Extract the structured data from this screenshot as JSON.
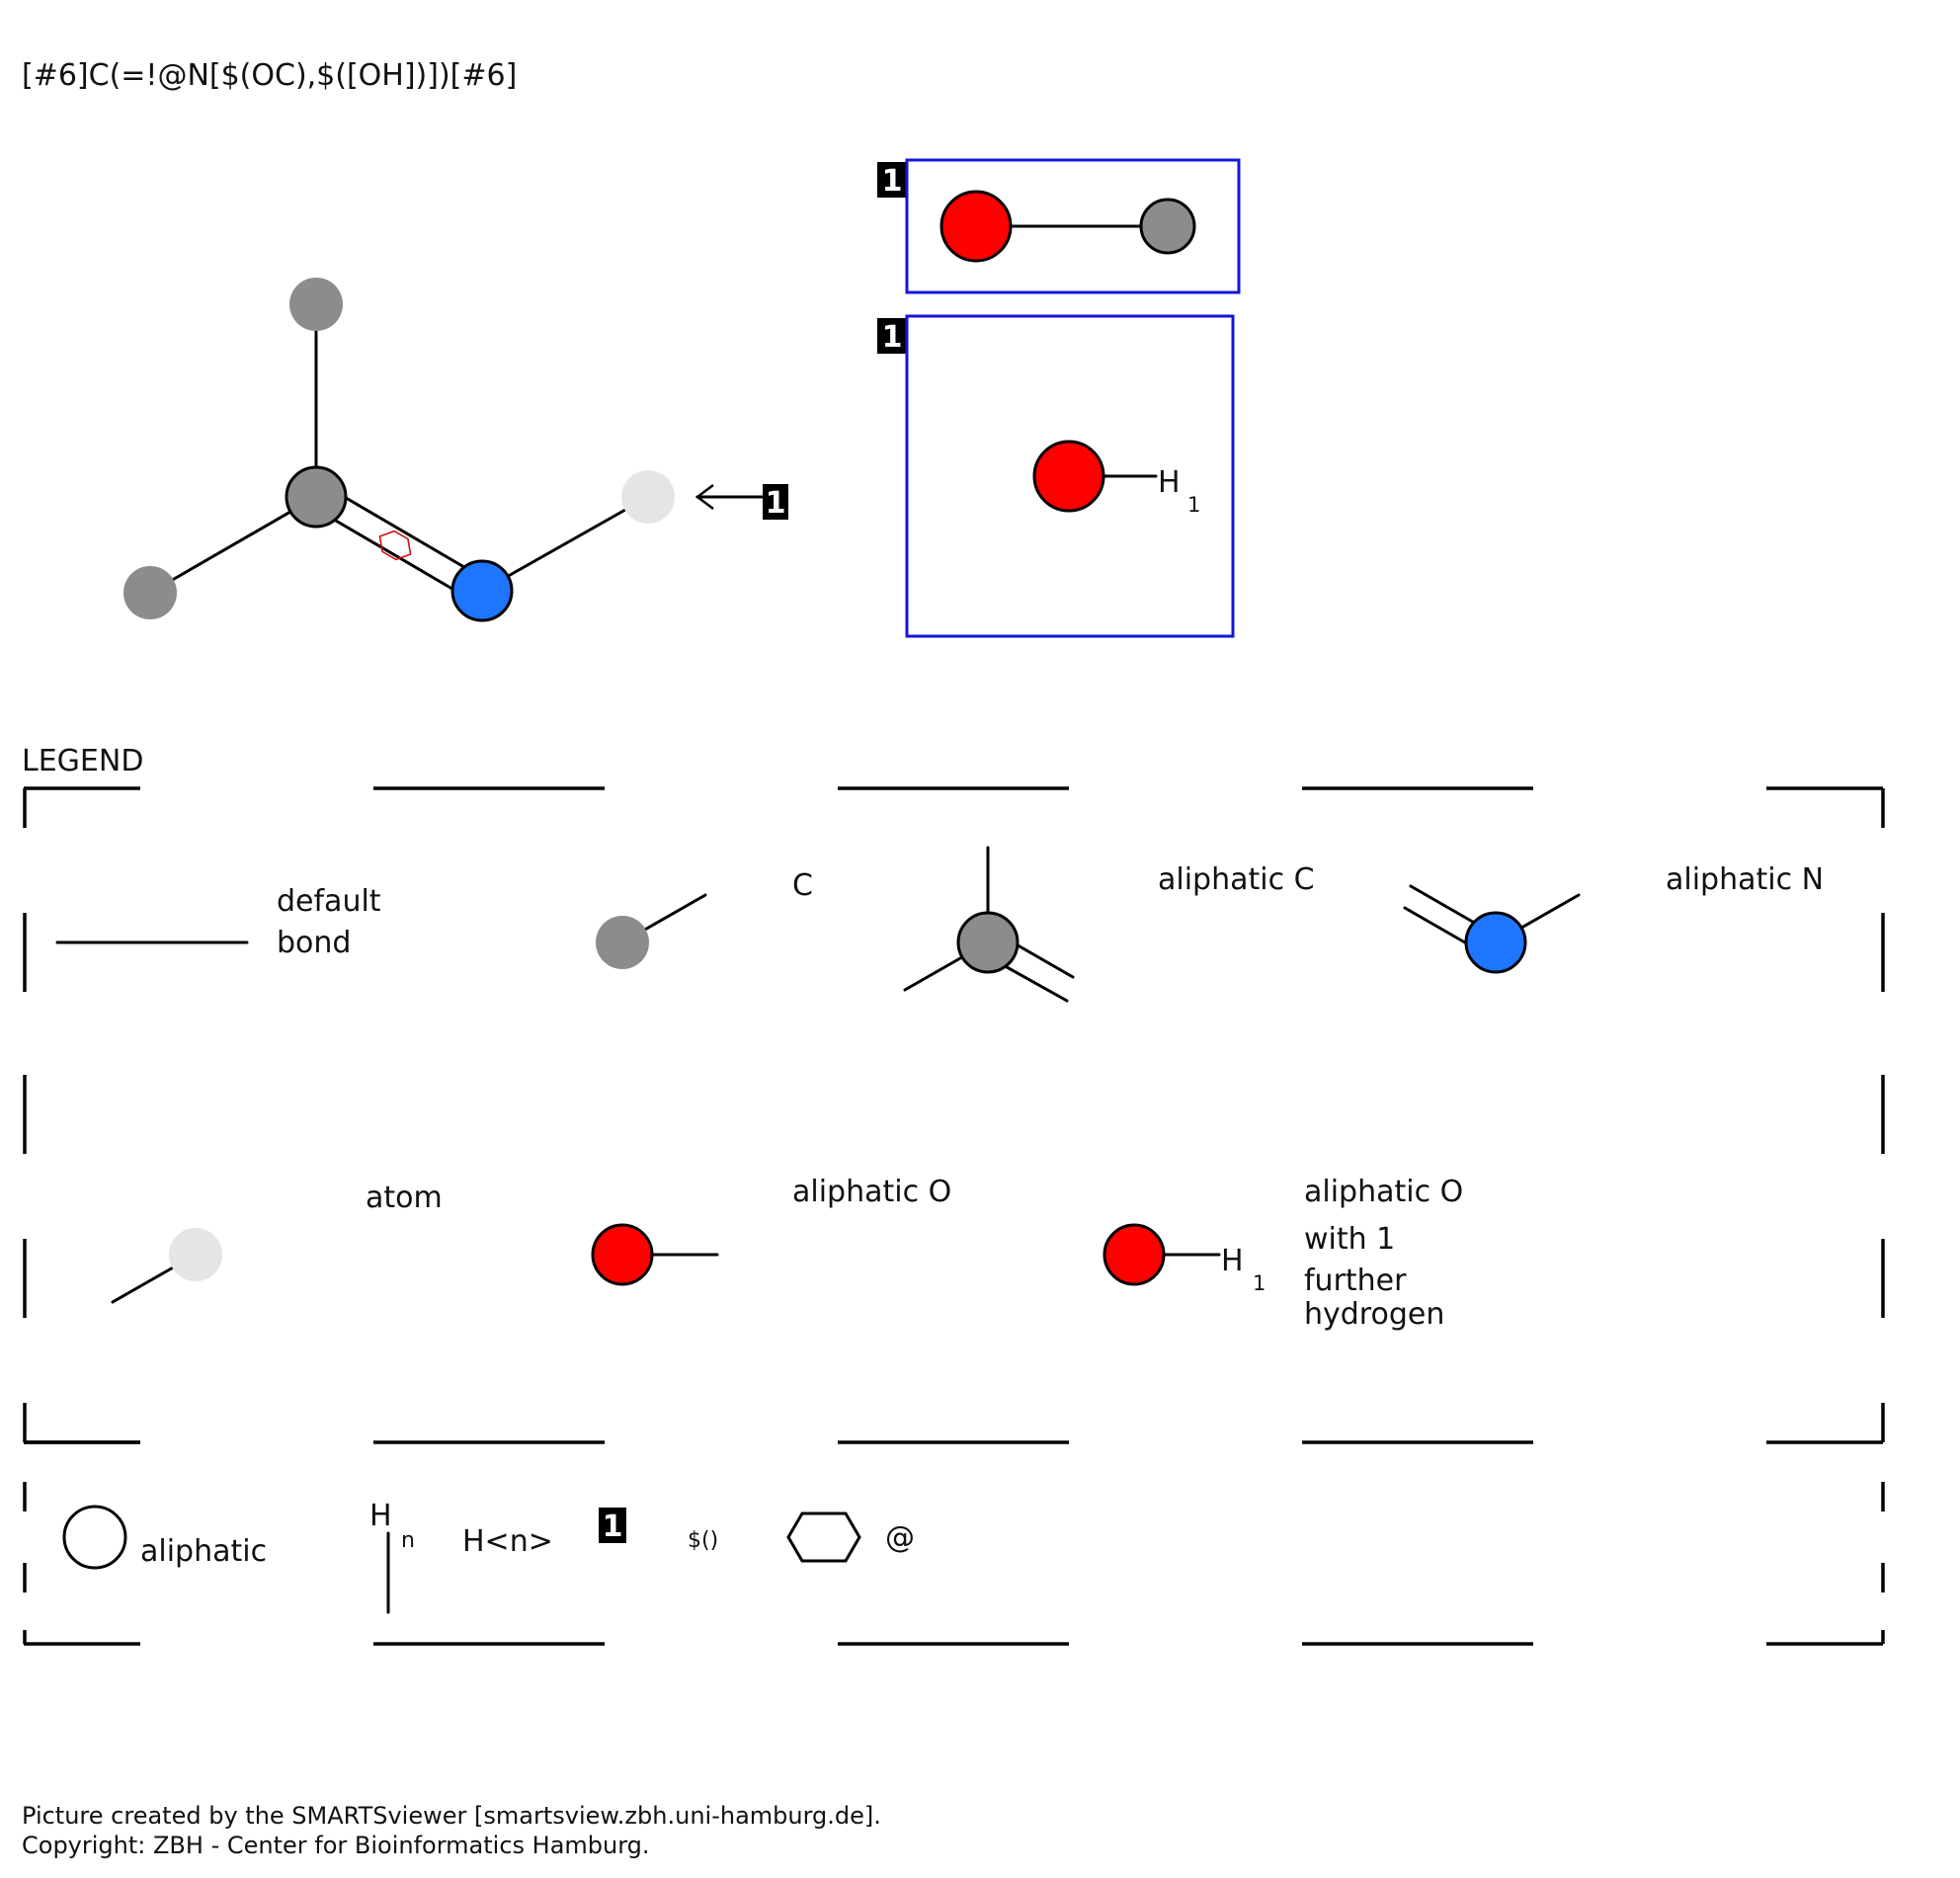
{
  "smarts": "[#6]C(=!@N[$(OC),$([OH])])[#6]",
  "colors": {
    "carbon_aliphatic": "#8c8c8c",
    "nitrogen": "#1e76ff",
    "oxygen": "#ff0000",
    "any_atom": "#e5e5e5",
    "group_box": "#1515d8",
    "ring_marker": "#d01010",
    "bond": "#000000"
  },
  "main": {
    "arrow_label": "1",
    "groups": [
      {
        "label": "1",
        "kind": "OC"
      },
      {
        "label": "1",
        "kind": "OH",
        "h_symbol": "H",
        "h_count": "1"
      }
    ]
  },
  "legend": {
    "title": "LEGEND",
    "default_bond": [
      "default",
      "bond"
    ],
    "c_label": "C",
    "aliphatic_c": "aliphatic C",
    "aliphatic_n": "aliphatic N",
    "atom_label": "atom",
    "aliphatic_o": "aliphatic O",
    "aliphatic_o_h": [
      "aliphatic O",
      "with 1",
      "further",
      "hydrogen"
    ],
    "h_symbol": "H",
    "h_count": "1",
    "symbols": {
      "aliphatic": "aliphatic",
      "hn_symbol": "H",
      "hn_sub": "n",
      "hn_text": "H<n>",
      "recursive_box": "1",
      "recursive_text": "$()",
      "ring_text": "@"
    }
  },
  "footer": {
    "line1": "Picture created by the SMARTSviewer [smartsview.zbh.uni-hamburg.de].",
    "line2": "Copyright: ZBH - Center for Bioinformatics Hamburg."
  }
}
